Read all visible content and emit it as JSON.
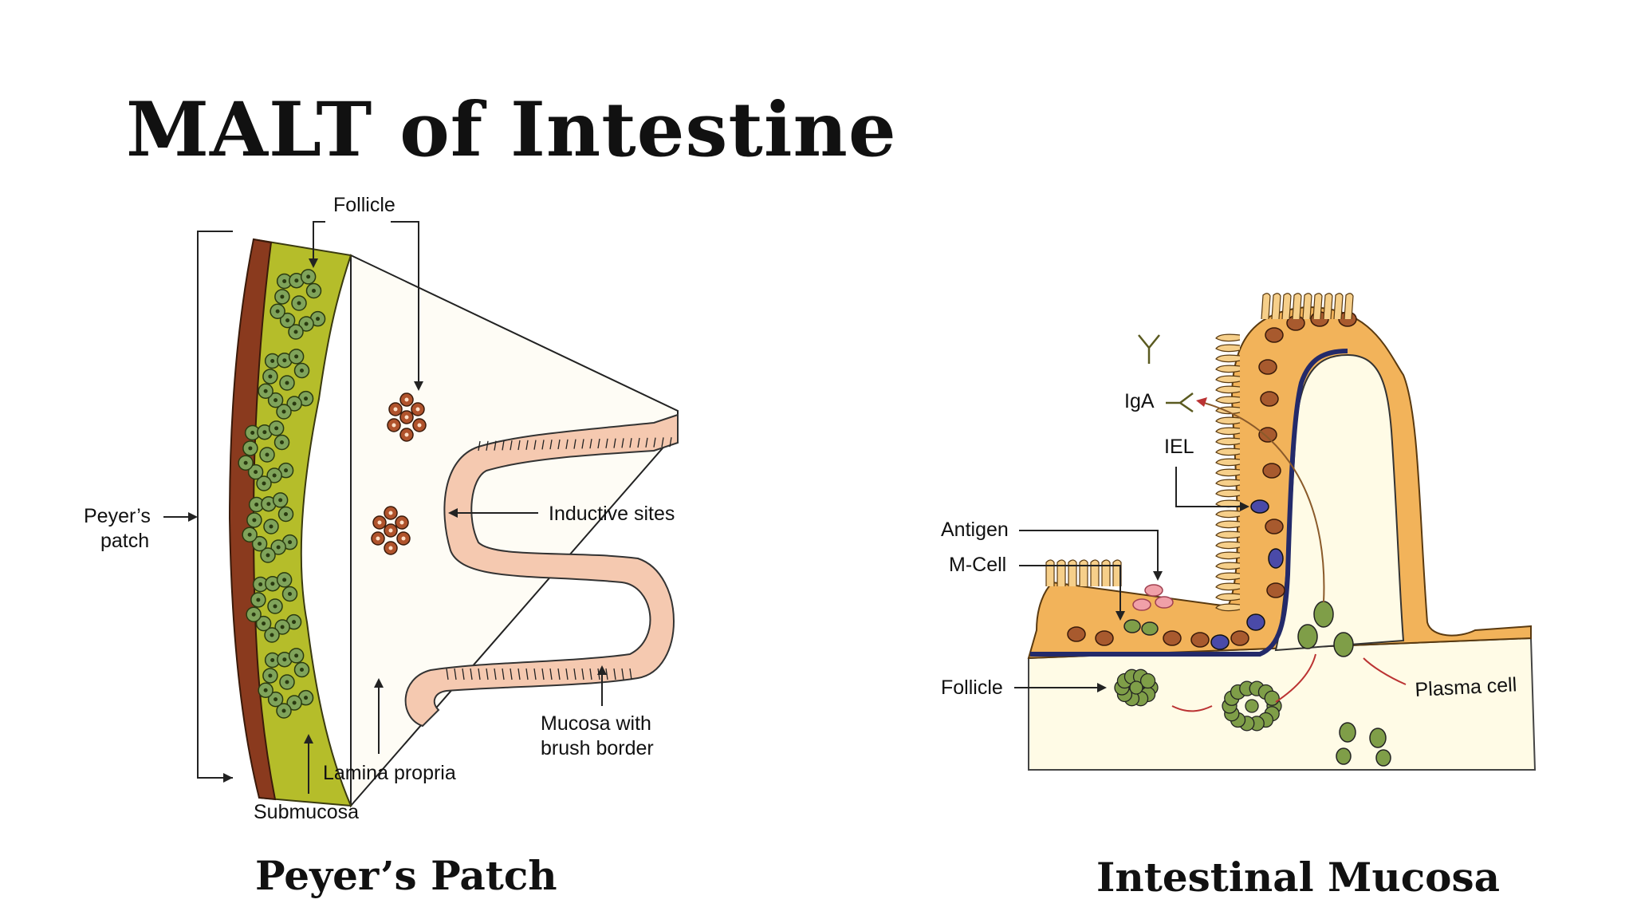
{
  "title": "MALT of Intestine",
  "captions": {
    "left": "Peyer’s Patch",
    "right": "Intestinal Mucosa"
  },
  "left_diagram": {
    "labels": {
      "follicle": "Follicle",
      "peyers_patch_line1": "Peyer’s",
      "peyers_patch_line2": "patch",
      "inductive_sites": "Inductive sites",
      "mucosa_line1": "Mucosa with",
      "mucosa_line2": "brush border",
      "lamina_propria": "Lamina propria",
      "submucosa": "Submucosa"
    },
    "colors": {
      "submucosa": "#b5bd2a",
      "serosa": "#8a3a1e",
      "mucosa": "#f5c9b0",
      "cell": "#7fa35a",
      "lymphocyte": "#b0532c"
    }
  },
  "right_diagram": {
    "labels": {
      "iga": "IgA",
      "iel": "IEL",
      "antigen": "Antigen",
      "m_cell": "M-Cell",
      "follicle": "Follicle",
      "plasma_cell": "Plasma cell"
    },
    "colors": {
      "epithelium": "#f2b35a",
      "nucleus": "#a85a2e",
      "iel": "#4a4aa8",
      "follicle_cell": "#7f9e48",
      "antigen": "#f0a0a8",
      "base": "#fffbe6"
    }
  }
}
